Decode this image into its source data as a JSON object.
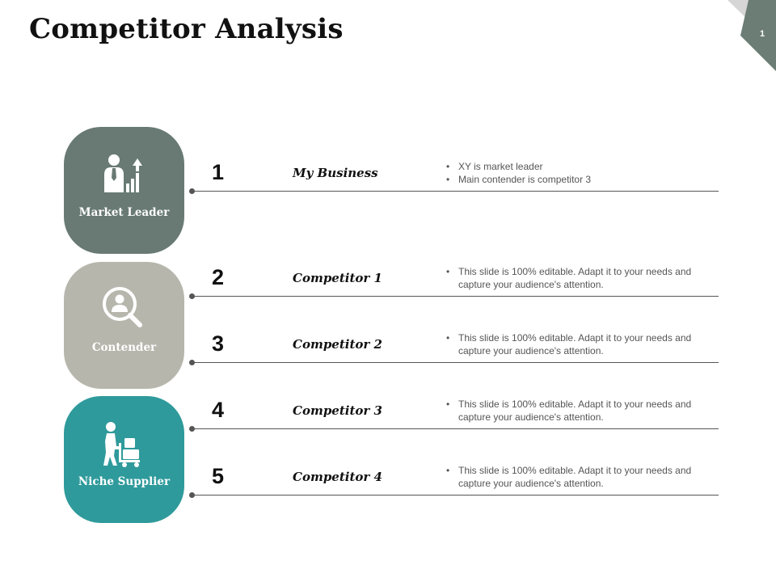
{
  "slide": {
    "title": "Competitor Analysis",
    "page_number": "1"
  },
  "colors": {
    "market_leader": "#687a73",
    "contender": "#b7b6ad",
    "niche_supplier": "#2f9a9b",
    "corner_dark": "#6b7d75",
    "corner_light": "#d6d6d6",
    "line": "#555555"
  },
  "cards": [
    {
      "label": "Market Leader",
      "icon": "businessman-growth-icon"
    },
    {
      "label": "Contender",
      "icon": "magnifier-person-icon"
    },
    {
      "label": "Niche Supplier",
      "icon": "worker-cart-icon"
    }
  ],
  "rows": [
    {
      "number": "1",
      "name": "My Business",
      "bullets": [
        "XY is market leader",
        "Main contender is competitor 3"
      ]
    },
    {
      "number": "2",
      "name": "Competitor 1",
      "bullets": [
        "This slide is 100% editable. Adapt it to your needs and capture your audience's attention."
      ]
    },
    {
      "number": "3",
      "name": "Competitor 2",
      "bullets": [
        "This slide is 100% editable. Adapt it to your needs and capture your audience's attention."
      ]
    },
    {
      "number": "4",
      "name": "Competitor 3",
      "bullets": [
        "This slide is 100% editable. Adapt it to your needs and capture your audience's attention."
      ]
    },
    {
      "number": "5",
      "name": "Competitor 4",
      "bullets": [
        "This slide is 100% editable. Adapt it to your needs and capture your audience's attention."
      ]
    }
  ]
}
